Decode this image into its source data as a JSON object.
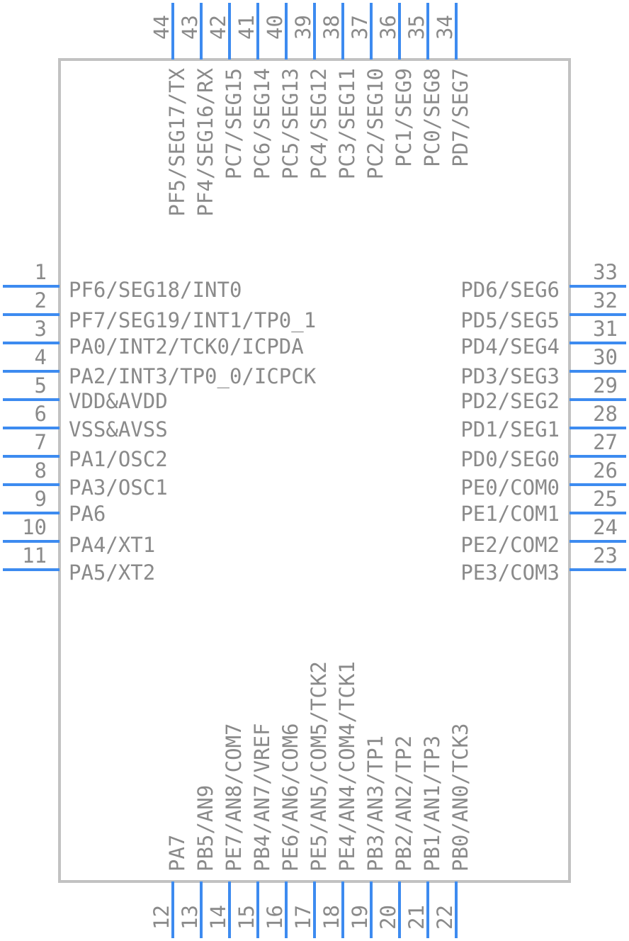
{
  "colors": {
    "pin": "#3d8bf0",
    "body_outline": "#c2c2c2",
    "text": "#8a8a8a",
    "background": "#ffffff"
  },
  "left_pins": [
    {
      "num": "1",
      "label": "PF6/SEG18/INT0"
    },
    {
      "num": "2",
      "label": "PF7/SEG19/INT1/TP0_1"
    },
    {
      "num": "3",
      "label": "PA0/INT2/TCK0/ICPDA"
    },
    {
      "num": "4",
      "label": "PA2/INT3/TP0_0/ICPCK"
    },
    {
      "num": "5",
      "label": "VDD&AVDD"
    },
    {
      "num": "6",
      "label": "VSS&AVSS"
    },
    {
      "num": "7",
      "label": "PA1/OSC2"
    },
    {
      "num": "8",
      "label": "PA3/OSC1"
    },
    {
      "num": "9",
      "label": "PA6"
    },
    {
      "num": "10",
      "label": "PA4/XT1"
    },
    {
      "num": "11",
      "label": "PA5/XT2"
    }
  ],
  "right_pins": [
    {
      "num": "33",
      "label": "PD6/SEG6"
    },
    {
      "num": "32",
      "label": "PD5/SEG5"
    },
    {
      "num": "31",
      "label": "PD4/SEG4"
    },
    {
      "num": "30",
      "label": "PD3/SEG3"
    },
    {
      "num": "29",
      "label": "PD2/SEG2"
    },
    {
      "num": "28",
      "label": "PD1/SEG1"
    },
    {
      "num": "27",
      "label": "PD0/SEG0"
    },
    {
      "num": "26",
      "label": "PE0/COM0"
    },
    {
      "num": "25",
      "label": "PE1/COM1"
    },
    {
      "num": "24",
      "label": "PE2/COM2"
    },
    {
      "num": "23",
      "label": "PE3/COM3"
    }
  ],
  "top_pins": [
    {
      "num": "44",
      "label": ""
    },
    {
      "num": "43",
      "label": "PF5/SEG17/TX"
    },
    {
      "num": "42",
      "label": "PF4/SEG16/RX"
    },
    {
      "num": "41",
      "label": "PC7/SEG15"
    },
    {
      "num": "40",
      "label": "PC6/SEG14"
    },
    {
      "num": "39",
      "label": "PC5/SEG13"
    },
    {
      "num": "38",
      "label": "PC4/SEG12"
    },
    {
      "num": "37",
      "label": "PC3/SEG11"
    },
    {
      "num": "36",
      "label": "PC2/SEG10"
    },
    {
      "num": "35",
      "label": "PC1/SEG9"
    },
    {
      "num": "34",
      "label": "PC0/SEG8"
    },
    {
      "num": "",
      "label": "PD7/SEG7"
    }
  ],
  "bottom_pins": [
    {
      "num": "12",
      "label": ""
    },
    {
      "num": "13",
      "label": "PA7"
    },
    {
      "num": "14",
      "label": "PB5/AN9"
    },
    {
      "num": "15",
      "label": "PE7/AN8/COM7"
    },
    {
      "num": "16",
      "label": "PB4/AN7/VREF"
    },
    {
      "num": "17",
      "label": "PE6/AN6/COM6"
    },
    {
      "num": "18",
      "label": "PE5/AN5/COM5/TCK2"
    },
    {
      "num": "19",
      "label": "PE4/AN4/COM4/TCK1"
    },
    {
      "num": "20",
      "label": "PB3/AN3/TP1"
    },
    {
      "num": "21",
      "label": "PB2/AN2/TP2"
    },
    {
      "num": "22",
      "label": "PB1/AN1/TP3"
    },
    {
      "num": "",
      "label": "PB0/AN0/TCK3"
    }
  ]
}
